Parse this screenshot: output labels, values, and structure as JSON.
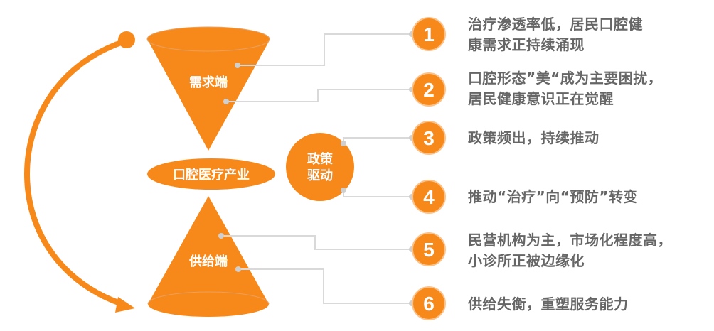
{
  "colors": {
    "accent": "#F7891B",
    "text": "#666666",
    "connector": "#D9D9D9"
  },
  "cones": {
    "demand_label": "需求端",
    "industry_label": "口腔医疗产业",
    "supply_label": "供给端"
  },
  "policy": {
    "line1": "政策",
    "line2": "驱动"
  },
  "items": [
    {
      "number": "1",
      "lines": [
        "治疗渗透率低，居民口腔健",
        "康需求正持续涌现"
      ]
    },
    {
      "number": "2",
      "lines": [
        "口腔形态”美“成为主要困扰，",
        "居民健康意识正在觉醒"
      ]
    },
    {
      "number": "3",
      "lines": [
        "政策频出，持续推动"
      ]
    },
    {
      "number": "4",
      "lines": [
        "推动“治疗”向“预防”转变"
      ]
    },
    {
      "number": "5",
      "lines": [
        "民营机构为主，市场化程度高，",
        "小诊所正被边缘化"
      ]
    },
    {
      "number": "6",
      "lines": [
        "供给失衡，重塑服务能力"
      ]
    }
  ]
}
